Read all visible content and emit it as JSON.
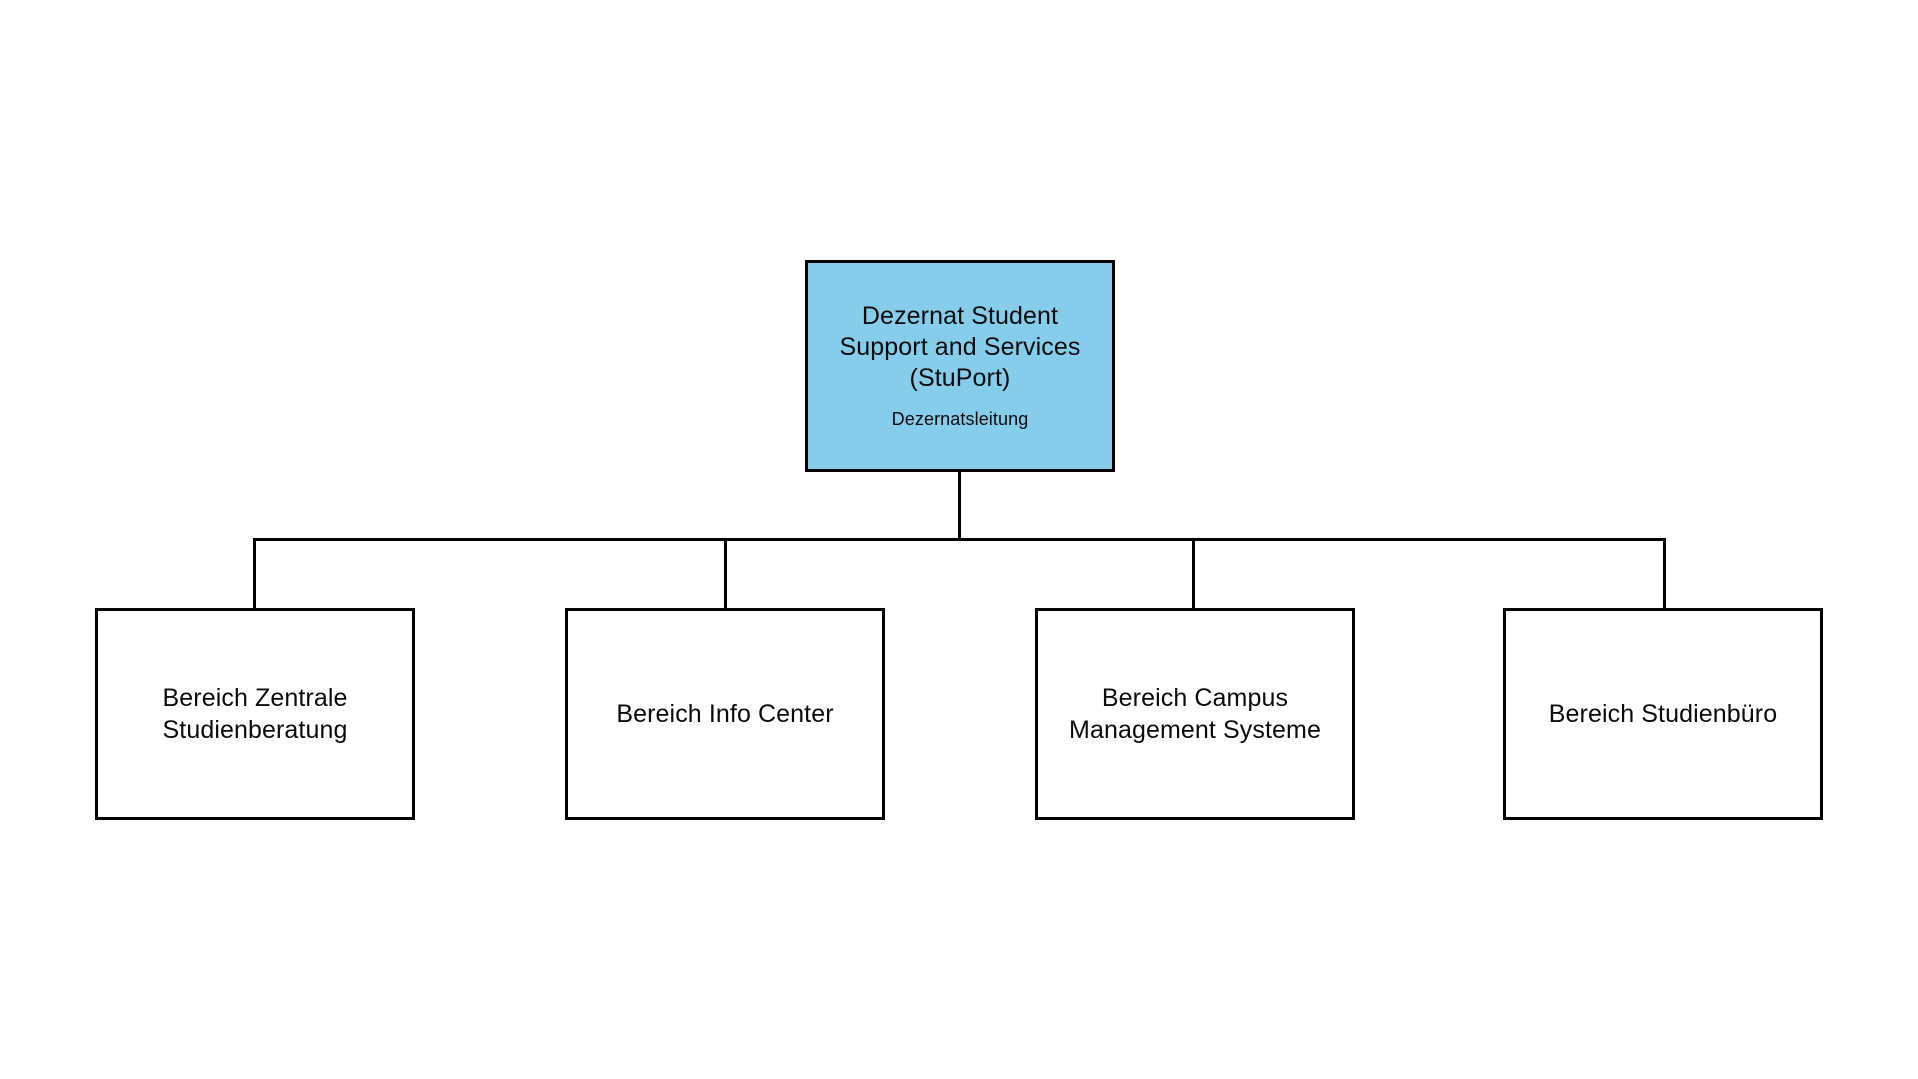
{
  "diagram": {
    "type": "organizational-chart",
    "background_color": "#ffffff",
    "line_color": "#000000",
    "accent_color": "#85cdeb",
    "root": {
      "title": "Dezernat Student\nSupport and Services\n(StuPort)",
      "subtitle": "Dezernatsleitung",
      "fill_color": "#85cdeb",
      "border_color": "#000000"
    },
    "children": [
      {
        "title": "Bereich Zentrale\nStudienberatung",
        "fill_color": "#ffffff",
        "border_color": "#000000"
      },
      {
        "title": "Bereich Info Center",
        "fill_color": "#ffffff",
        "border_color": "#000000"
      },
      {
        "title": "Bereich Campus\nManagement Systeme",
        "fill_color": "#ffffff",
        "border_color": "#000000"
      },
      {
        "title": "Bereich Studienbüro",
        "fill_color": "#ffffff",
        "border_color": "#000000"
      }
    ]
  }
}
